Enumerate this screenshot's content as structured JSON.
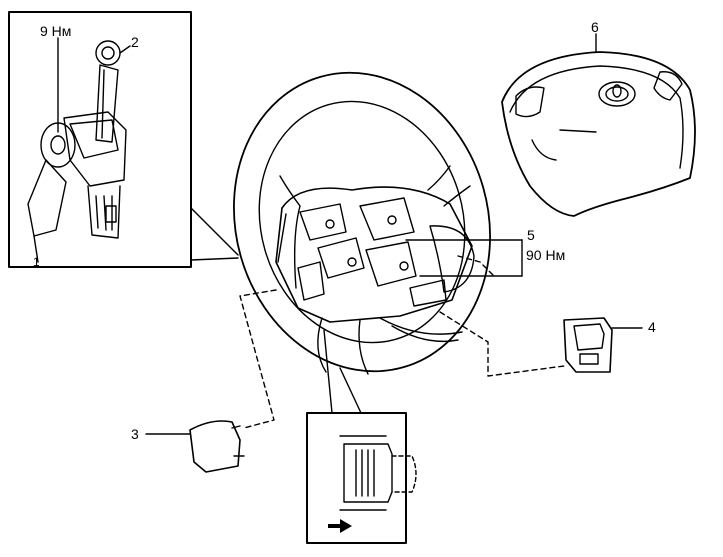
{
  "callouts": {
    "part1": "1",
    "part2": "2",
    "part3": "3",
    "part4": "4",
    "part5": "5",
    "part6": "6"
  },
  "torques": {
    "clock_spring": "9 Нм",
    "steering_nut": "90 Нм"
  },
  "colors": {
    "ink": "#000000",
    "paper": "#ffffff"
  }
}
